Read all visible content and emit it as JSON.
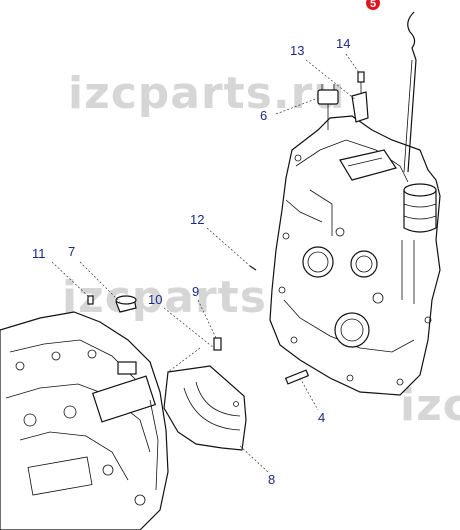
{
  "watermarks": [
    "izcparts.ru",
    "izcparts.ru",
    "izc"
  ],
  "callouts": {
    "c5": "5",
    "c13": "13",
    "c14": "14",
    "c6": "6",
    "c12": "12",
    "c11": "11",
    "c7": "7",
    "c9": "9",
    "c10": "10",
    "c4": "4",
    "c8": "8"
  },
  "colors": {
    "callout_text": "#1a2a8a",
    "highlight_badge": "#e0141e",
    "watermark": "#d6d6d6",
    "line_art": "#111111"
  }
}
